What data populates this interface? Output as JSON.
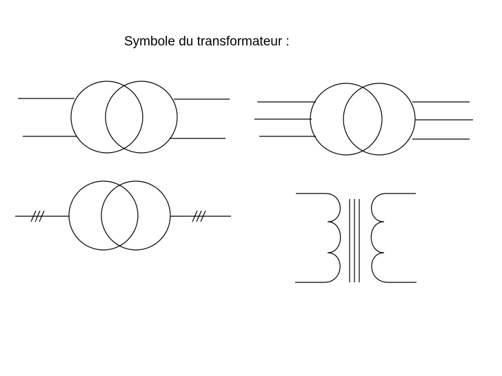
{
  "slide": {
    "title": "Symbole du transformateur :"
  },
  "colors": {
    "background": "#ffffff",
    "stroke": "#000000"
  },
  "symbols": [
    {
      "kind": "two-circle-single-line"
    },
    {
      "kind": "two-circle-three-line"
    },
    {
      "kind": "two-circle-three-phase-hatched"
    },
    {
      "kind": "coil-with-iron-core"
    }
  ]
}
